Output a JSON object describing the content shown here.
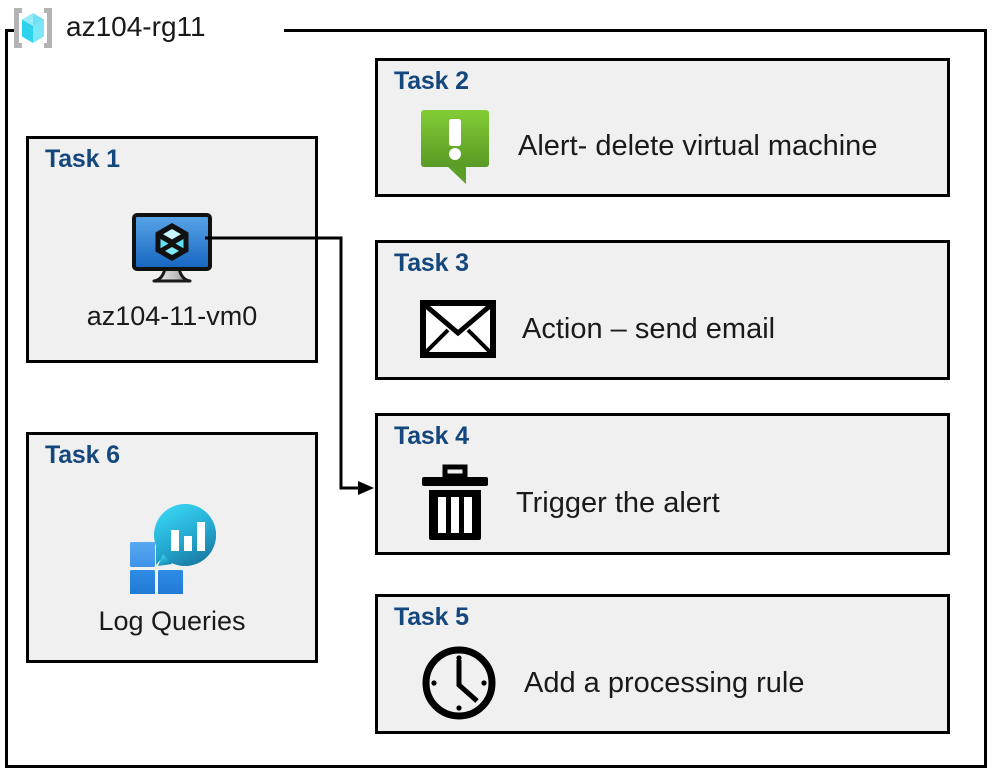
{
  "diagram": {
    "title": "az104-rg11",
    "container_icon": "resource-group-icon",
    "border_color": "#000000",
    "box_fill": "#f0f0f0",
    "task_label_color": "#14477d",
    "text_color": "#1a1a1a"
  },
  "tasks": [
    {
      "id": "task-1",
      "label": "Task 1",
      "caption": "az104-11-vm0",
      "icon": "virtual-machine-icon",
      "column": "left",
      "icon_colors": {
        "screen_top": "#5aa5e8",
        "screen_bottom": "#1565c0",
        "stand": "#c0c0c0",
        "cube": "#57e0f0"
      }
    },
    {
      "id": "task-2",
      "label": "Task 2",
      "caption": "Alert- delete virtual machine",
      "icon": "alert-bubble-icon",
      "column": "right",
      "icon_colors": {
        "top": "#7ec832",
        "bottom": "#589a25",
        "mark": "#ffffff"
      }
    },
    {
      "id": "task-3",
      "label": "Task 3",
      "caption": "Action – send email",
      "icon": "envelope-icon",
      "column": "right",
      "icon_colors": {
        "stroke": "#000000",
        "fill": "#ffffff"
      }
    },
    {
      "id": "task-4",
      "label": "Task 4",
      "caption": "Trigger the alert",
      "icon": "trash-can-icon",
      "column": "right",
      "icon_colors": {
        "stroke": "#000000"
      }
    },
    {
      "id": "task-5",
      "label": "Task 5",
      "caption": "Add a processing rule",
      "icon": "clock-icon",
      "column": "right",
      "icon_colors": {
        "stroke": "#000000"
      }
    },
    {
      "id": "task-6",
      "label": "Task 6",
      "caption": "Log Queries",
      "icon": "log-analytics-icon",
      "column": "left",
      "icon_colors": {
        "square_light": "#4da0f0",
        "square_dark": "#1f7ad6",
        "circle_top": "#32d0ef",
        "circle_bottom": "#1a7fa8",
        "bars": "#ffffff"
      }
    }
  ],
  "connector": {
    "name": "vm-to-trigger-connector",
    "from": "task-1",
    "to": "task-4",
    "arrow": "arrowhead-right"
  }
}
